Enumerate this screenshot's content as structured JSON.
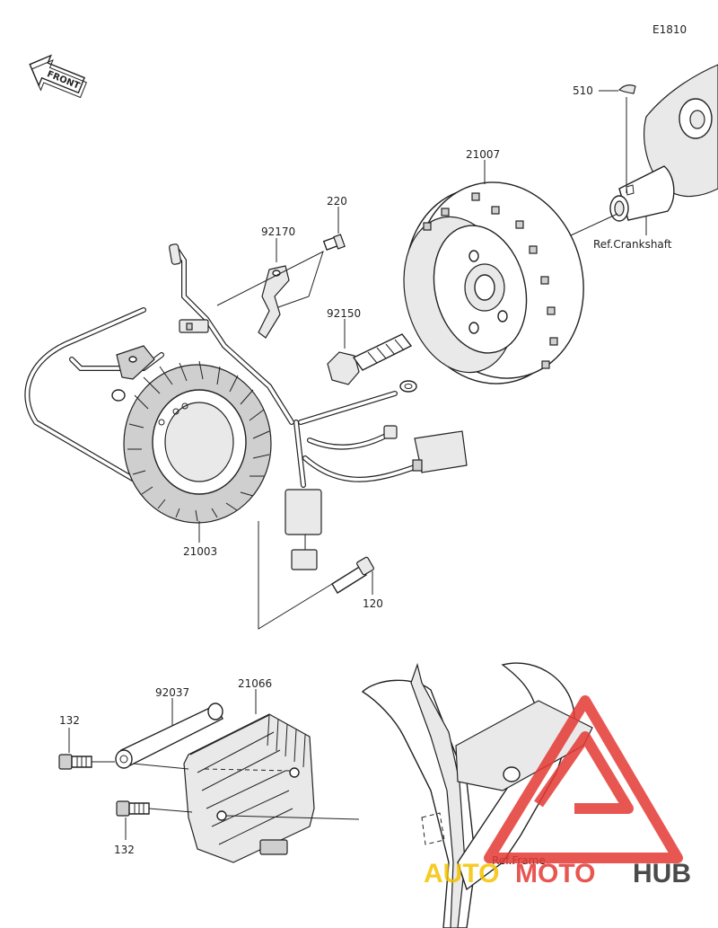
{
  "diagram_code": "E1810",
  "front_label": "FRONT",
  "callouts": [
    {
      "id": "510",
      "text": "510"
    },
    {
      "id": "21007",
      "text": "21007"
    },
    {
      "id": "ref-crankshaft",
      "text": "Ref.Crankshaft"
    },
    {
      "id": "220",
      "text": "220"
    },
    {
      "id": "92170",
      "text": "92170"
    },
    {
      "id": "92150",
      "text": "92150"
    },
    {
      "id": "21003",
      "text": "21003"
    },
    {
      "id": "120",
      "text": "120"
    },
    {
      "id": "92037",
      "text": "92037"
    },
    {
      "id": "21066",
      "text": "21066"
    },
    {
      "id": "132a",
      "text": "132"
    },
    {
      "id": "132b",
      "text": "132"
    },
    {
      "id": "ref-frame",
      "text": "Ref.Frame"
    }
  ],
  "watermark": {
    "text_left": "AUTO",
    "text_mid": "MOTO",
    "text_right": "HUB",
    "color_primary": "#e53935",
    "color_secondary": "#f5c200",
    "color_dark": "#2b2b2b"
  }
}
